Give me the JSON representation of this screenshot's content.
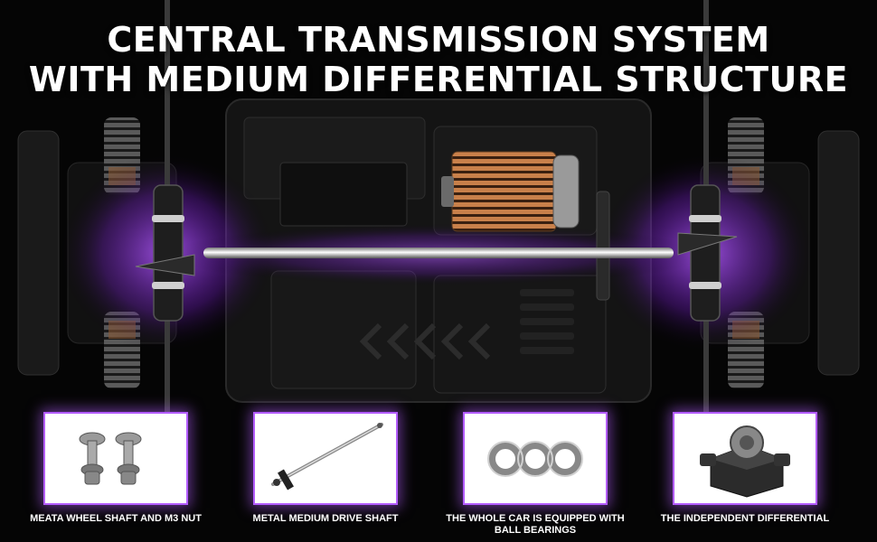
{
  "headline": {
    "line1": "CENTRAL TRANSMISSION SYSTEM",
    "line2": "WITH MEDIUM DIFFERENTIAL STRUCTURE"
  },
  "colors": {
    "accent_glow": "#b35cff",
    "background": "#050505",
    "text": "#ffffff"
  },
  "features": [
    {
      "caption": "MEATA WHEEL SHAFT AND M3 NUT",
      "icon": "wheel-shaft-nut-icon"
    },
    {
      "caption": "METAL MEDIUM DRIVE SHAFT",
      "icon": "drive-shaft-icon"
    },
    {
      "caption": "THE WHOLE CAR IS EQUIPPED WITH BALL BEARINGS",
      "icon": "ball-bearings-icon"
    },
    {
      "caption": "THE INDEPENDENT DIFFERENTIAL",
      "icon": "differential-icon"
    }
  ]
}
